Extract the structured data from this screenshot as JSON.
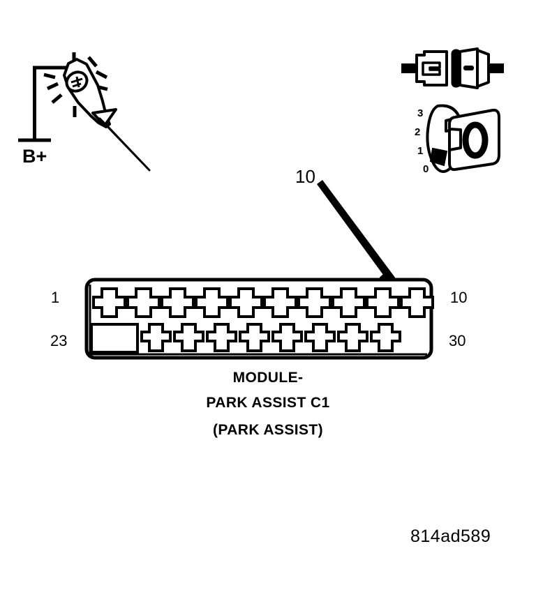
{
  "diagram": {
    "title": "MODULE-PARK ASSIST C1 (PARK ASSIST)",
    "reference_code": "814ad589",
    "line_color": "#000000",
    "background_color": "#ffffff"
  },
  "test_light": {
    "icon": "test-light-probe-icon",
    "supply_label": "B+",
    "bulb_icon": "lamp-filament-icon",
    "rays_icon": "illumination-rays-icon",
    "probe_tip_icon": "probe-tip-icon"
  },
  "connector_state": {
    "icon": "disconnected-connector-icon",
    "male_half_icon": "connector-male-half-icon",
    "female_half_icon": "connector-female-half-icon"
  },
  "ignition_switch": {
    "icon": "ignition-key-switch-icon",
    "key_icon": "key-icon",
    "key_face_label": "0",
    "positions": [
      {
        "label": "3"
      },
      {
        "label": "2"
      },
      {
        "label": "1"
      },
      {
        "label": "0"
      }
    ],
    "selected_position": "1"
  },
  "callout": {
    "label": "10",
    "arrow_icon": "callout-arrow-icon",
    "points_to_pin": "10"
  },
  "connector": {
    "name": "MODULE-PARK ASSIST C1",
    "body_icon": "connector-body-icon",
    "pin_numbers": {
      "top_left": "1",
      "top_right": "10",
      "bottom_left": "23",
      "bottom_right": "30"
    },
    "top_row": {
      "pin_count": 10,
      "pin_icon": "cross-pin-icon",
      "pins": [
        {
          "index": 1
        },
        {
          "index": 2
        },
        {
          "index": 3
        },
        {
          "index": 4
        },
        {
          "index": 5
        },
        {
          "index": 6
        },
        {
          "index": 7
        },
        {
          "index": 8
        },
        {
          "index": 9
        },
        {
          "index": 10,
          "highlighted": true
        }
      ]
    },
    "bottom_row": {
      "slot_icon": "blank-rectangular-cavity-icon",
      "slot_count": 1,
      "pin_count": 8,
      "pin_icon": "cross-pin-small-icon",
      "pins": [
        {
          "index": 1
        },
        {
          "index": 2
        },
        {
          "index": 3
        },
        {
          "index": 4
        },
        {
          "index": 5
        },
        {
          "index": 6
        },
        {
          "index": 7
        },
        {
          "index": 8
        }
      ]
    }
  },
  "caption": {
    "line1": "MODULE-",
    "line2": "PARK ASSIST C1",
    "line3": "(PARK ASSIST)"
  }
}
